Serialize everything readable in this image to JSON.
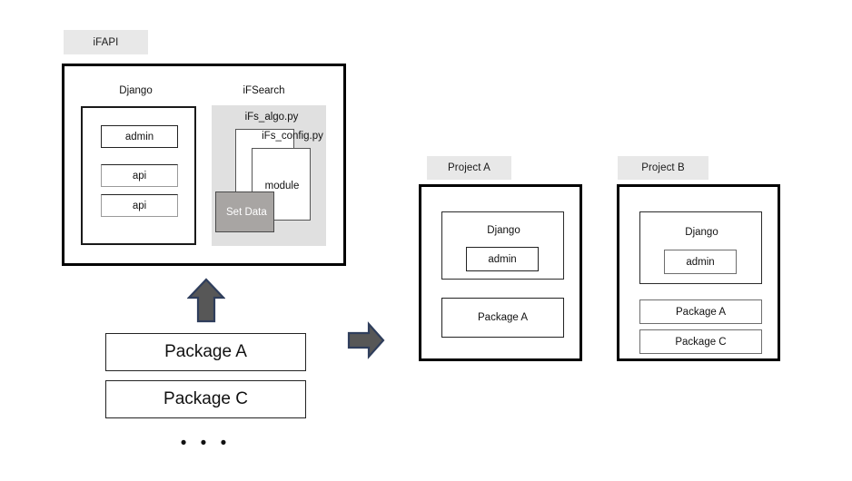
{
  "diagram": {
    "title": "Package reuse architecture diagram",
    "colors": {
      "tab_background": "#E8E8E8",
      "outer_border": "#000000",
      "gray_panel": "#E0E0E0",
      "setdata_fill": "#A8A5A3",
      "arrow_fill": "#575757",
      "arrow_border": "#2F3E5C"
    }
  },
  "ifapi": {
    "tab_label": "iFAPI",
    "django": {
      "caption": "Django",
      "items": [
        {
          "label": "admin"
        },
        {
          "label": "api"
        },
        {
          "label": "api"
        }
      ]
    },
    "ifsearch": {
      "caption": "iFSearch",
      "files": [
        {
          "label": "iFs_algo.py"
        },
        {
          "label": "iFs_config.py"
        }
      ],
      "module_label": "module",
      "setdata_label": "Set Data"
    }
  },
  "packages": {
    "bars": [
      {
        "label": "Package A"
      },
      {
        "label": "Package C"
      }
    ],
    "ellipsis": "• • •"
  },
  "arrows": {
    "up": "up-arrow",
    "right": "right-arrow"
  },
  "project_a": {
    "tab_label": "Project A",
    "django": {
      "caption": "Django",
      "items": [
        {
          "label": "admin"
        }
      ]
    },
    "packages": [
      {
        "label": "Package A"
      }
    ]
  },
  "project_b": {
    "tab_label": "Project B",
    "django": {
      "caption": "Django",
      "items": [
        {
          "label": "admin"
        }
      ]
    },
    "packages": [
      {
        "label": "Package A"
      },
      {
        "label": "Package C"
      }
    ]
  }
}
